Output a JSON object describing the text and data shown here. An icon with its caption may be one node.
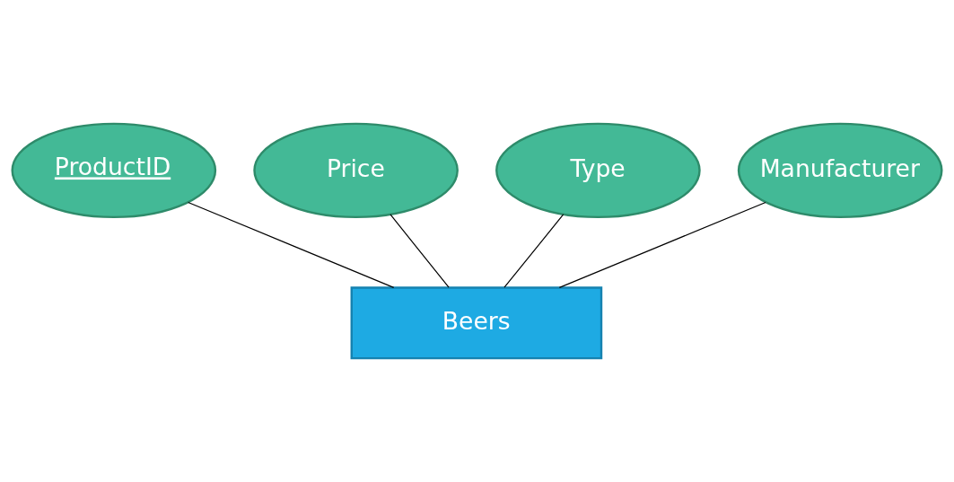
{
  "diagram": {
    "nodes": [
      {
        "text": [
          "ProductID"
        ]
      },
      {
        "text": [
          "Price"
        ]
      },
      {
        "text": [
          "Type"
        ]
      },
      {
        "text": [
          "Manufacturer"
        ]
      },
      {
        "text": [
          "Beers"
        ]
      }
    ],
    "edges": [
      {
        "from": 4,
        "to": 3,
        "arrow": "none"
      },
      {
        "from": 4,
        "to": 2,
        "arrow": "none"
      },
      {
        "from": 4,
        "to": 0,
        "arrow": "none"
      },
      {
        "from": 4,
        "to": 1,
        "arrow": "none"
      }
    ]
  }
}
